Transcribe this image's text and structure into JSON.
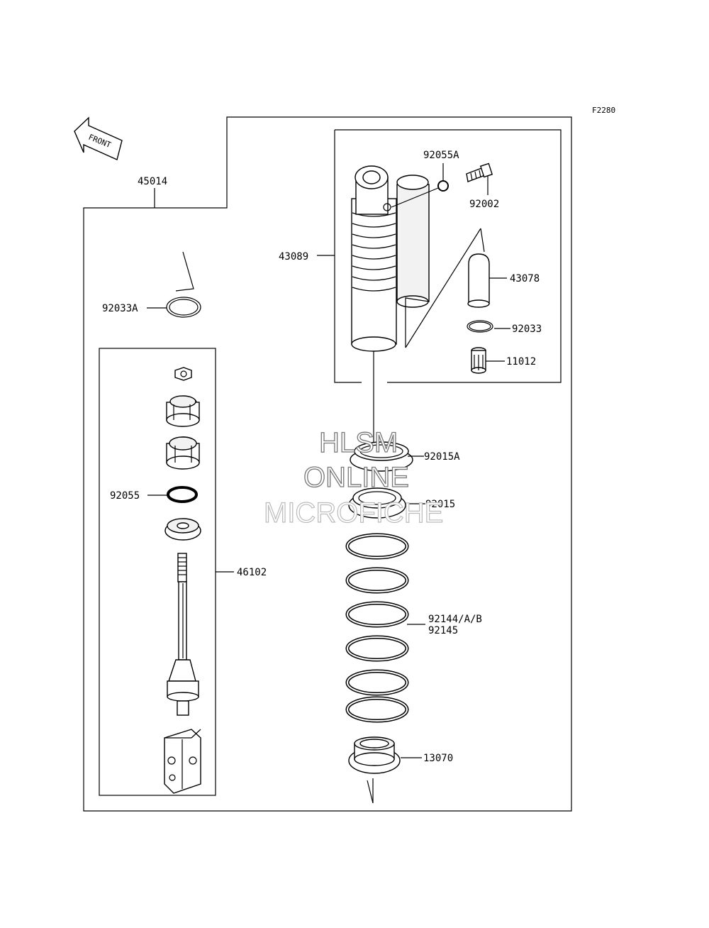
{
  "figure_code": "F2280",
  "front_label": "FRONT",
  "watermark": {
    "line1": "HLSM",
    "line2": "ONLINE",
    "line3": "MICROFICHE"
  },
  "parts": {
    "p45014": "45014",
    "p92033A": "92033A",
    "p92055": "92055",
    "p46102": "46102",
    "p43089": "43089",
    "p92055A": "92055A",
    "p92002": "92002",
    "p43078": "43078",
    "p92033": "92033",
    "p11012": "11012",
    "p92015A": "92015A",
    "p92015": "92015",
    "p92144": "92144/A/B",
    "p92145": "92145",
    "p13070": "13070"
  }
}
